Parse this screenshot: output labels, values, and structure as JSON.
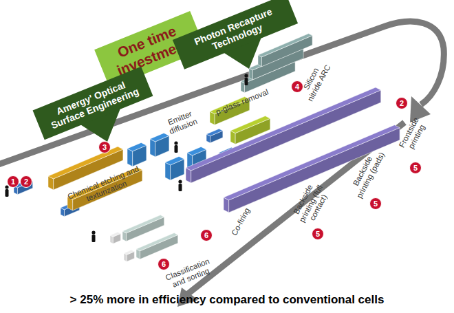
{
  "diagram": {
    "caption": "> 25% more in efficiency compared to conventional cells",
    "nodes": [
      {
        "text": [
          "Amergy' Optical Surface Engineering"
        ]
      },
      {
        "text": [
          "One time investment"
        ]
      },
      {
        "text": [
          "Photon Recapture Technology"
        ]
      }
    ],
    "labels": [
      "1",
      "2",
      "Chemical etching and texturization",
      "3",
      "Emitter diffusion",
      "p-glass removal",
      "Silicon nitride ARC",
      "4",
      "2",
      "Frontside printing",
      "5",
      "Backside printing (pads)",
      "5",
      "Co-firing",
      "Backside printing (full contact)",
      "5",
      "6",
      "Classification and sorting",
      "6"
    ]
  }
}
